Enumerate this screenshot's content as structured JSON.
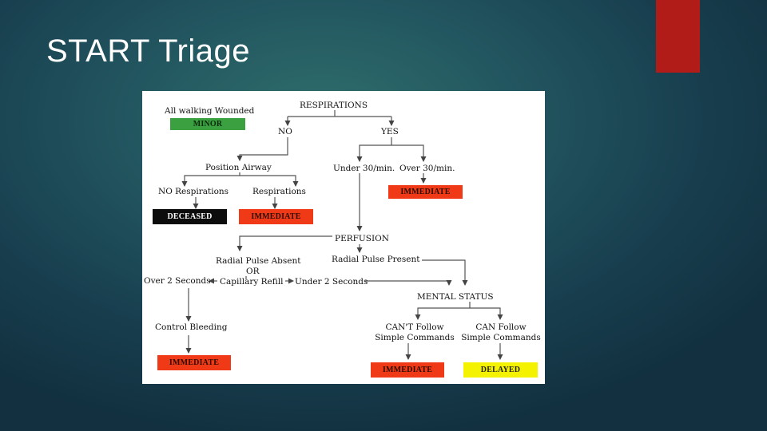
{
  "slide": {
    "title": "START Triage",
    "accent_color": "#b11b18"
  },
  "diagram": {
    "labels": {
      "all_walking": "All walking Wounded",
      "respirations": "RESPIRATIONS",
      "no": "NO",
      "yes": "YES",
      "position_airway": "Position Airway",
      "under_30": "Under 30/min.",
      "over_30": "Over 30/min.",
      "no_respirations": "NO Respirations",
      "respirations_sub": "Respirations",
      "perfusion": "PERFUSION",
      "radial_absent": "Radial Pulse Absent",
      "or": "OR",
      "radial_present": "Radial Pulse Present",
      "over_2s": "Over 2 Seconds",
      "cap_refill": "Capillary Refill",
      "under_2s": "Under 2 Seconds",
      "mental_status": "MENTAL STATUS",
      "control_bleeding": "Control Bleeding",
      "cant_follow": "CAN'T Follow",
      "can_follow": "CAN Follow",
      "simple_commands_1": "Simple Commands",
      "simple_commands_2": "Simple Commands"
    },
    "outcomes": {
      "minor": "MINOR",
      "immediate_over30": "IMMEDIATE",
      "deceased": "DECEASED",
      "immediate_resp": "IMMEDIATE",
      "immediate_bleeding": "IMMEDIATE",
      "immediate_cant": "IMMEDIATE",
      "delayed": "DELAYED"
    },
    "colors": {
      "immediate": "#f03a17",
      "minor": "#3aa040",
      "deceased": "#0c0c0c",
      "delayed": "#f5f200"
    }
  }
}
